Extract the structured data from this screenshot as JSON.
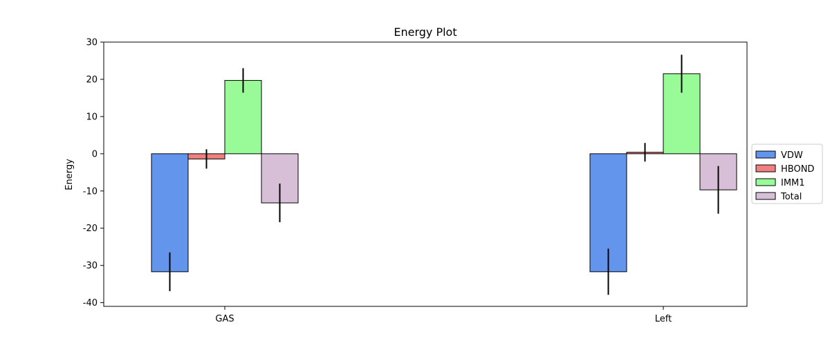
{
  "chart_data": {
    "type": "bar",
    "title": "Energy Plot",
    "xlabel": "",
    "ylabel": "Energy",
    "ylim": [
      -41,
      30
    ],
    "yticks": [
      -40,
      -30,
      -20,
      -10,
      0,
      10,
      20,
      30
    ],
    "categories": [
      "GAS",
      "Left"
    ],
    "grid": false,
    "legend_position": "right",
    "series": [
      {
        "name": "VDW",
        "color": "#6495ED",
        "values": [
          -31.7,
          -31.7
        ],
        "errors": [
          5.2,
          6.2
        ]
      },
      {
        "name": "HBOND",
        "color": "#F08080",
        "values": [
          -1.4,
          0.4
        ],
        "errors": [
          2.6,
          2.5
        ]
      },
      {
        "name": "IMM1",
        "color": "#98FB98",
        "values": [
          19.7,
          21.5
        ],
        "errors": [
          3.3,
          5.1
        ]
      },
      {
        "name": "Total",
        "color": "#D8BFD8",
        "values": [
          -13.2,
          -9.7
        ],
        "errors": [
          5.2,
          6.4
        ]
      }
    ]
  }
}
